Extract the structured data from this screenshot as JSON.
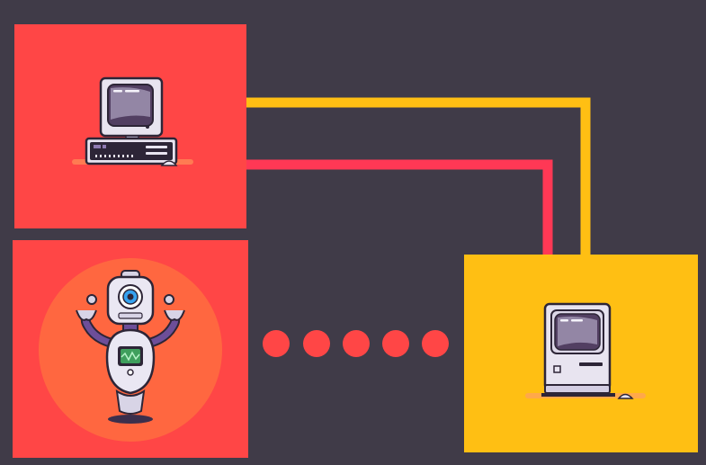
{
  "colors": {
    "background": "#403b48",
    "red_panel": "#ff4646",
    "yellow_panel": "#ffbf13",
    "wire_yellow": "#ffbf13",
    "wire_red": "#ff3855",
    "dots": "#ff4646",
    "robot_halo": "#ff6740"
  },
  "diagram": {
    "nodes": [
      {
        "id": "pc",
        "icon": "desktop-computer-icon"
      },
      {
        "id": "robot",
        "icon": "robot-icon"
      },
      {
        "id": "mac",
        "icon": "classic-mac-icon"
      }
    ],
    "links": [
      {
        "from": "pc",
        "to": "mac",
        "style": "yellow-wire"
      },
      {
        "from": "pc",
        "to": "mac",
        "style": "red-wire"
      },
      {
        "from": "robot",
        "to": "mac",
        "style": "dotted",
        "dot_count": 5
      }
    ]
  }
}
